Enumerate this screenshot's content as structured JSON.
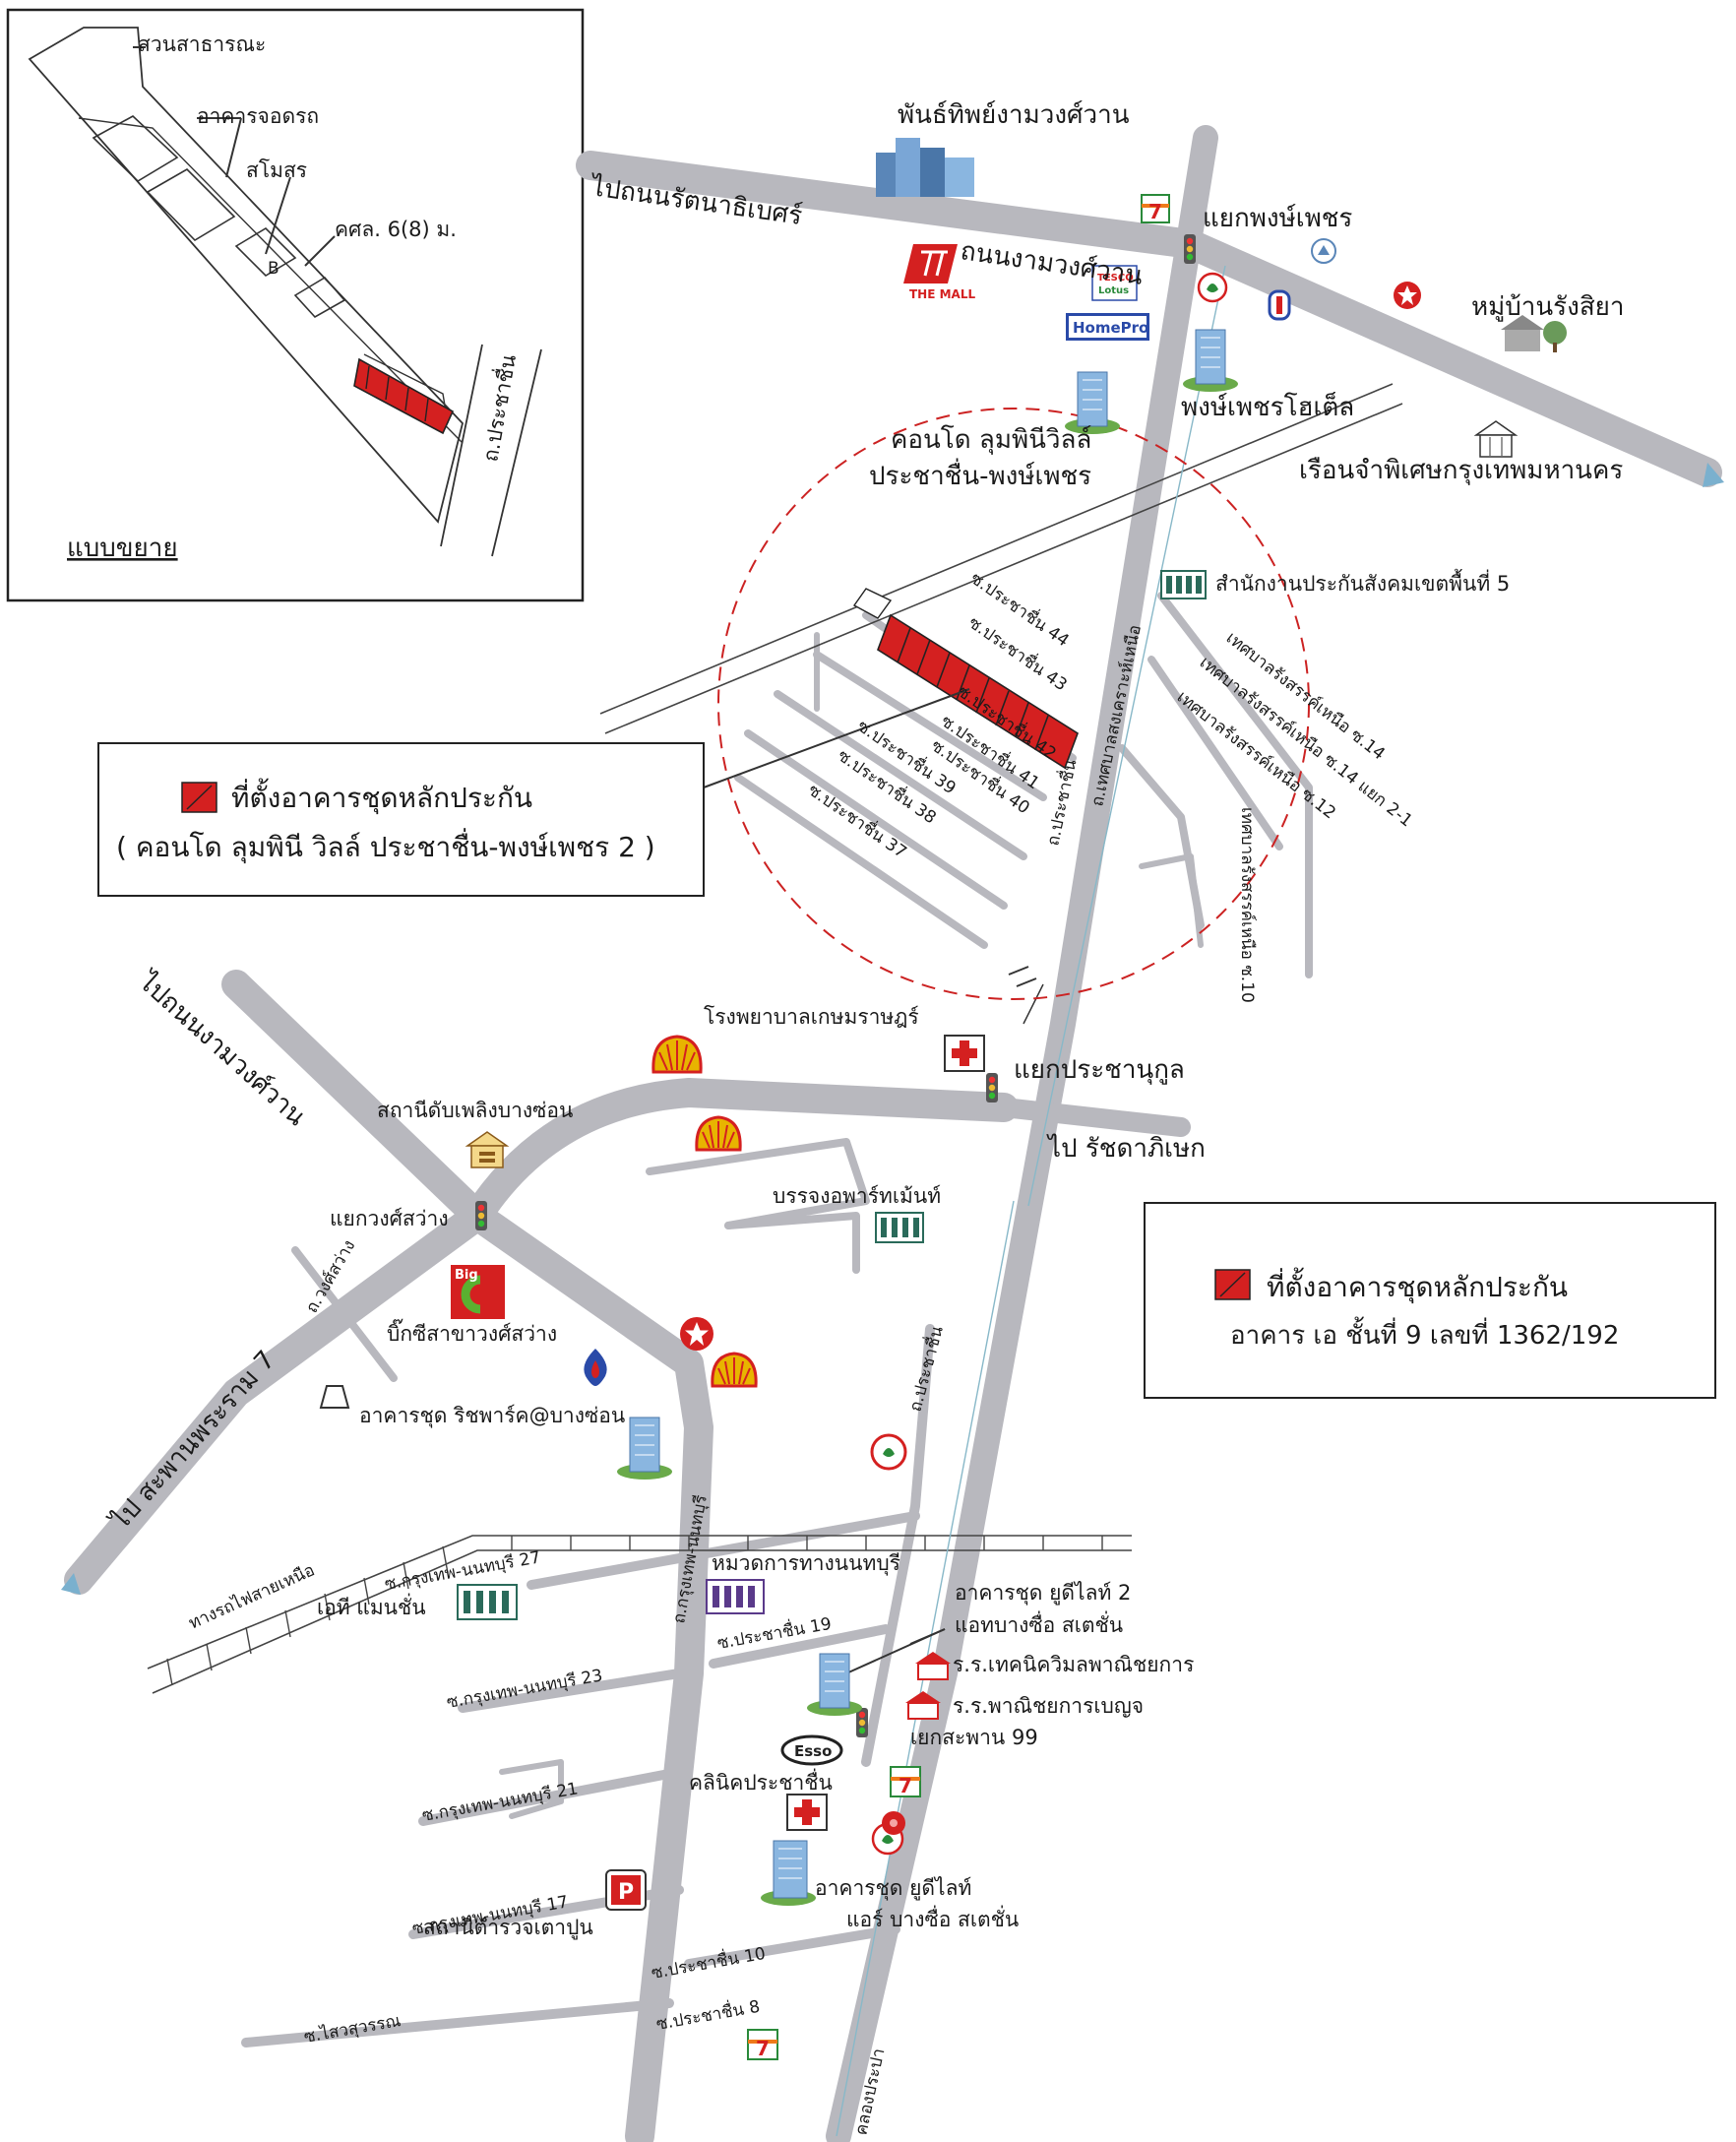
{
  "inset": {
    "park": "สวนสาธารณะ",
    "parking": "อาคารจอดรถ",
    "club": "สโมสร",
    "kssl": "คศล. 6(8) ม.",
    "b_mark": "B",
    "road": "ถ.ประชาชื่น",
    "caption": "แบบขยาย"
  },
  "roads": {
    "to_rattanathibet": "ไปถนนรัตนาธิเบศร์",
    "ngamwongwan": "ถนนงามวงศ์วาน",
    "to_ngamwongwan": "ไปถนนงามวงศ์วาน",
    "to_phra_ram_7": "ไป สะพานพระราม 7",
    "to_ratchada": "ไป รัชดาภิเษก",
    "prachachuen_1": "ถ.ประชาชื่น",
    "prachachuen_2": "ถ.ประชาชื่น",
    "wongsawang": "ถ.วงศ์สว่าง",
    "krungthep_nonthaburi": "ถ.กรุงเทพ-นนทบุรี",
    "railway": "ทางรถไฟสายเหนือ",
    "thetsaban_nuea": "ถ.เทศบาลสงเคราะห์เหนือ",
    "soi_44": "ซ.ประชาชื่น 44",
    "soi_43": "ซ.ประชาชื่น 43",
    "soi_42": "ซ.ประชาชื่น 42",
    "soi_41": "ซ.ประชาชื่น 41",
    "soi_40": "ซ.ประชาชื่น 40",
    "soi_39": "ซ.ประชาชื่น 39",
    "soi_38": "ซ.ประชาชื่น 38",
    "soi_37": "ซ.ประชาชื่น 37",
    "tb_14": "เทศบาลรังสรรค์เหนือ ซ.14",
    "tb_14_2_1": "เทศบาลรังสรรค์เหนือ ซ.14 แยก 2-1",
    "tb_12": "เทศบาลรังสรรค์เหนือ ซ.12",
    "tb_10": "เทศบาลรังสรรค์เหนือ ซ.10",
    "soi_19": "ซ.ประชาชื่น 19",
    "soi_10": "ซ.ประชาชื่น 10",
    "soi_8": "ซ.ประชาชื่น 8",
    "kn_27": "ซ.กรุงเทพ-นนทบุรี 27",
    "kn_23": "ซ.กรุงเทพ-นนทบุรี 23",
    "kn_21": "ซ.กรุงเทพ-นนทบุรี 21",
    "kn_17": "ซ.กรุงเทพ-นนทบุรี 17",
    "lao_suwan": "ซ.ไสวสุวรรณ",
    "khlong": "คลองประปา"
  },
  "places": {
    "panthip": "พันธ์ทิพย์งามวงศ์วาน",
    "yaek_pongphet": "แยกพงษ์เพชร",
    "mu_ban_rangsiya": "หมู่บ้านรังสิยา",
    "pongphet_hotel": "พงษ์เพชรโฮเต็ล",
    "lumpini_1": "คอนโด ลุมพินีวิลล์",
    "lumpini_2": "ประชาชื่น-พงษ์เพชร",
    "prison": "เรือนจำพิเศษกรุงเทพมหานคร",
    "sso": "สำนักงานประกันสังคมเขตพื้นที่ 5",
    "hospital": "โรงพยาบาลเกษมราษฎร์",
    "yaek_prachanukul": "แยกประชานุกูล",
    "fire_station": "สถานีดับเพลิงบางซ่อน",
    "yaek_wongsawang": "แยกวงศ์สว่าง",
    "apartment_banjong": "บรรจงอพาร์ทเม้นท์",
    "bigc": "บิ๊กซีสาขาวงศ์สว่าง",
    "richpark": "อาคารชุด ริชพาร์ค@บางซ่อน",
    "highway_dept": "หมวดการทางนนทบุรี",
    "at_mansion": "เอที แมนชั่น",
    "udelight2_1": "อาคารชุด ยูดีไลท์ 2",
    "udelight2_2": "แอทบางซื่อ สเตชั่น",
    "tech_school": "ร.ร.เทคนิควิมลพาณิชยการ",
    "commerce_school": "ร.ร.พาณิชยการเบญจ",
    "yaek_saphan_99": "เยกสะพาน 99",
    "clinic": "คลินิคประชาชื่น",
    "udelight_1": "อาคารชุด ยูดีไลท์",
    "udelight_2": "แอร์ บางซื่อ สเตชั่น",
    "police": "สถานีตำรวจเตาปูน"
  },
  "brands": {
    "mall": "THE MALL",
    "tesco_1": "TESCO",
    "tesco_2": "Lotus",
    "homepro": "HomePro",
    "bigc_logo": "Big",
    "esso": "Esso",
    "seven": "7",
    "parking_p": "P"
  },
  "legend_main": {
    "line1": "ที่ตั้งอาคารชุดหลักประกัน",
    "line2": "( คอนโด ลุมพินี วิลล์ ประชาชื่น-พงษ์เพชร 2 )"
  },
  "legend_right": {
    "line1": "ที่ตั้งอาคารชุดหลักประกัน",
    "line2": "อาคาร เอ ชั้นที่ 9 เลขที่ 1362/192"
  },
  "colors": {
    "road": "#b8b8be",
    "target": "#d42020",
    "circle": "#cc2222",
    "shell": "#e8b400",
    "hospital": "#d42020"
  }
}
